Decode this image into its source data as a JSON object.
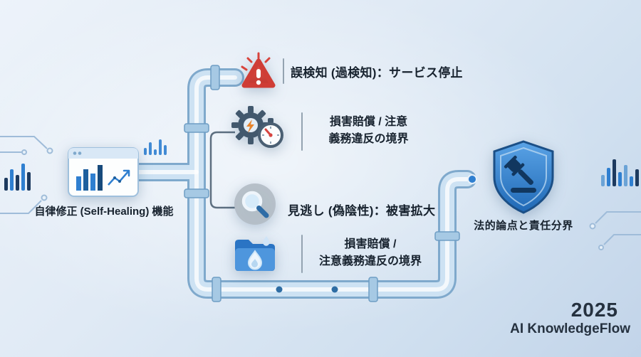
{
  "colors": {
    "accent_blue": "#2f7fd0",
    "pipe_fill": "#cde2f3",
    "pipe_edge": "#7fa9cc",
    "warning_red": "#d8433b",
    "shield_blue": "#1f68b5",
    "text_dark": "#17222e"
  },
  "icons": {
    "source": "monitor-chart-icon",
    "branch1": "warning-triangle-icon",
    "branch2": "gear-stopwatch-icon",
    "branch3": "magnifier-icon",
    "branch4": "folder-waterdrop-icon",
    "target": "shield-gavel-icon"
  },
  "source": {
    "label": "自律修正 (Self-Healing) 機能"
  },
  "branches": {
    "false_positive": {
      "title": "誤検知 (過検知)：サービス停止"
    },
    "liability_upper": {
      "caption": "損害賠償 / 注意\n義務違反の境界"
    },
    "false_negative": {
      "title": "見逃し (偽陰性)：被害拡大"
    },
    "liability_lower": {
      "caption": "損害賠償 /\n注意義務違反の境界"
    }
  },
  "target": {
    "label": "法的論点と責任分界"
  },
  "footer": {
    "year": "2025",
    "brand": "AI KnowledgeFlow"
  }
}
